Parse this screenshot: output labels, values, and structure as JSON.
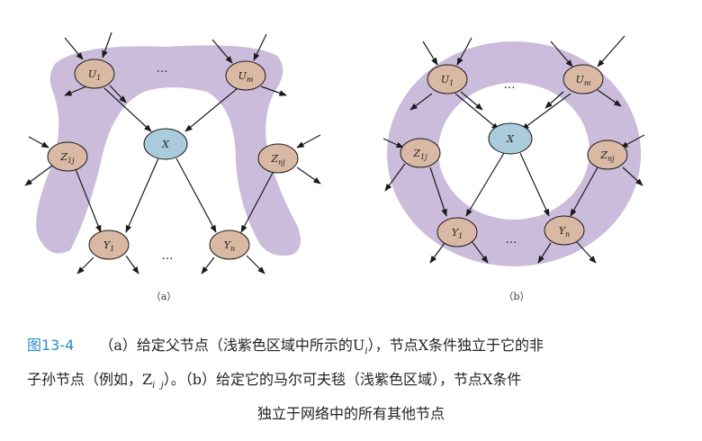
{
  "diagram": {
    "panels": [
      {
        "id": "a",
        "label": "（a）",
        "top_dots": "…",
        "bottom_dots": "…",
        "nodes": {
          "U1": {
            "main": "U",
            "sub": "1"
          },
          "Um": {
            "main": "U",
            "sub": "m"
          },
          "X": {
            "main": "X",
            "sub": ""
          },
          "Z1j": {
            "main": "Z",
            "sub": "1j"
          },
          "Znj": {
            "main": "Z",
            "sub": "nj"
          },
          "Y1": {
            "main": "Y",
            "sub": "1"
          },
          "Yn": {
            "main": "Y",
            "sub": "n"
          }
        }
      },
      {
        "id": "b",
        "label": "（b）",
        "top_dots": "…",
        "bottom_dots": "…",
        "nodes": {
          "U1": {
            "main": "U",
            "sub": "1"
          },
          "Um": {
            "main": "U",
            "sub": "m"
          },
          "X": {
            "main": "X",
            "sub": ""
          },
          "Z1j": {
            "main": "Z",
            "sub": "1j"
          },
          "Znj": {
            "main": "Z",
            "sub": "nj"
          },
          "Y1": {
            "main": "Y",
            "sub": "1"
          },
          "Yn": {
            "main": "Y",
            "sub": "n"
          }
        }
      }
    ],
    "colors": {
      "region": "#cbbcdc",
      "parent_child_node": "#d9b9a3",
      "x_node": "#a9cbdc",
      "stroke": "#1a1a1a"
    }
  },
  "caption": {
    "figure_number": "图13-4",
    "line1": "（a）给定父节点（浅紫色区域中所示的U",
    "line1_sub": "i",
    "line1_rest": "），节点X条件独立于它的非",
    "line2": "子孙节点（例如，Z",
    "line2_sub": "i  j",
    "line2_rest": "）。（b）给定它的马尔可夫毯（浅紫色区域），节点X条件",
    "line3": "独立于网络中的所有其他节点"
  }
}
